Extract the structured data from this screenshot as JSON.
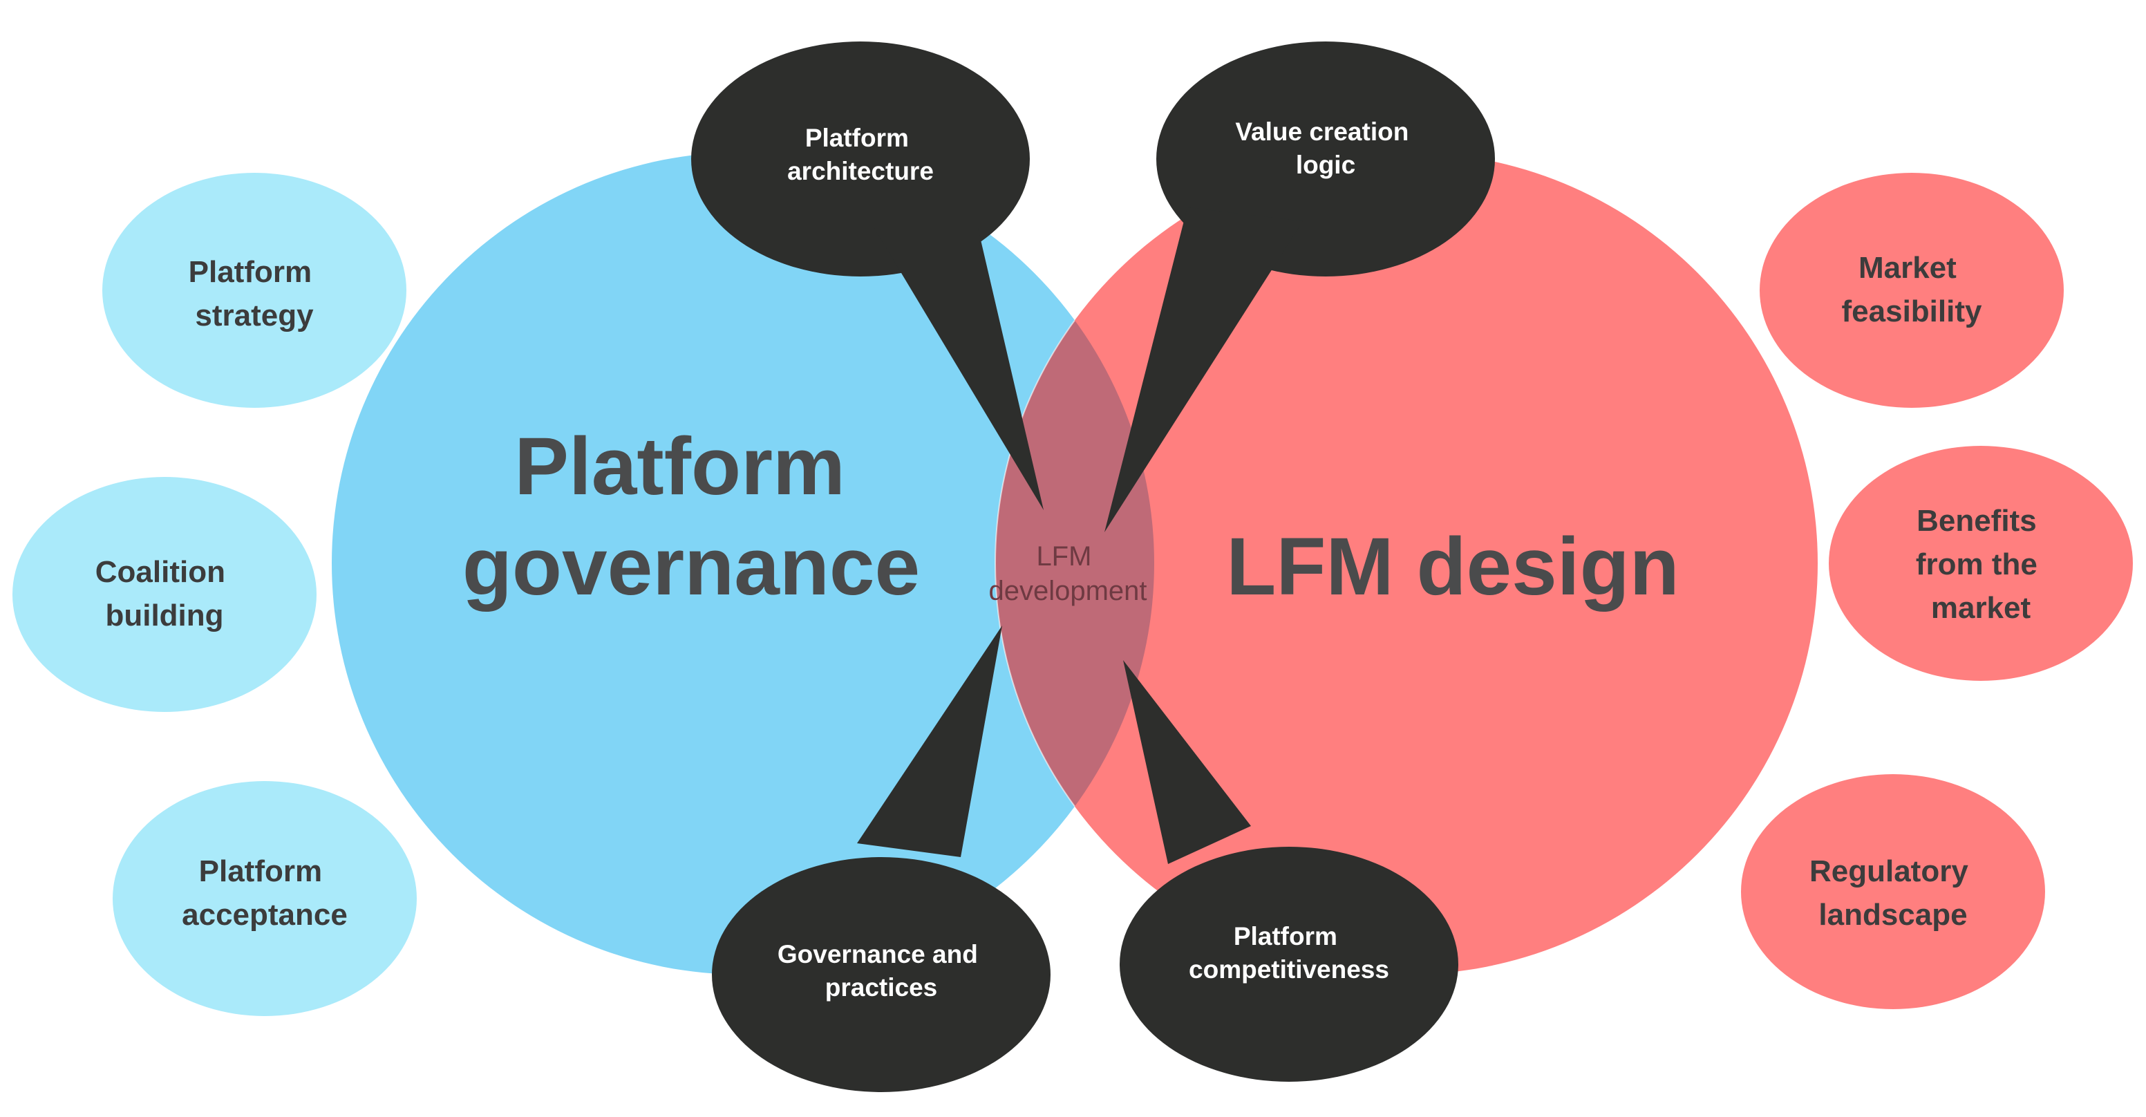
{
  "main": {
    "governance_title": [
      "Platform",
      "governance"
    ],
    "design_title": [
      "LFM design"
    ],
    "overlap_label": [
      "LFM",
      "development"
    ]
  },
  "governance_items": [
    {
      "lines": [
        "Platform",
        "strategy"
      ]
    },
    {
      "lines": [
        "Coalition",
        "building"
      ]
    },
    {
      "lines": [
        "Platform",
        "acceptance"
      ]
    }
  ],
  "design_items": [
    {
      "lines": [
        "Market",
        "feasibility"
      ]
    },
    {
      "lines": [
        "Benefits",
        "from the",
        "market"
      ]
    },
    {
      "lines": [
        "Regulatory",
        "landscape"
      ]
    }
  ],
  "callouts": [
    {
      "lines": [
        "Platform",
        "architecture"
      ]
    },
    {
      "lines": [
        "Value creation",
        "logic"
      ]
    },
    {
      "lines": [
        "Governance and",
        "practices"
      ]
    },
    {
      "lines": [
        "Platform",
        "competitiveness"
      ]
    }
  ],
  "colors": {
    "governance_blue": "#81d5f6",
    "governance_light_blue": "#aaeafa",
    "design_red": "#ff7f7f",
    "overlap": "#bf6a77",
    "callout_dark": "#2d2e2c",
    "title_text": "#4a4b4c",
    "item_text": "#3c3c3c",
    "callout_text": "#ffffff",
    "overlap_text": "#6e3a42"
  }
}
